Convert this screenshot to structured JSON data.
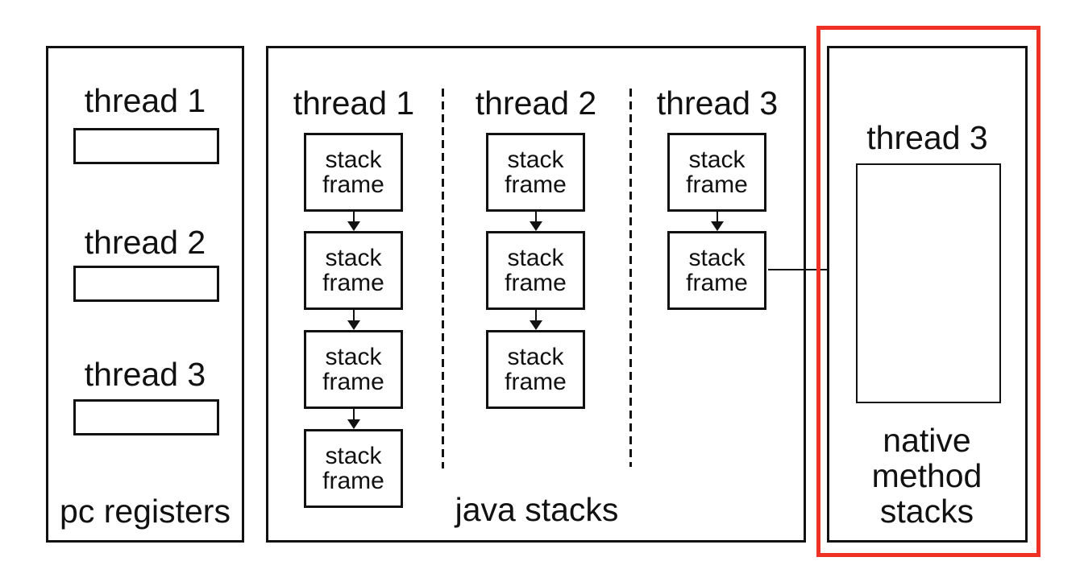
{
  "colors": {
    "line": "#111111",
    "highlight": "#ee3124",
    "background": "#ffffff"
  },
  "pc_registers": {
    "panel_label": "pc registers",
    "threads": [
      {
        "label": "thread 1"
      },
      {
        "label": "thread 2"
      },
      {
        "label": "thread 3"
      }
    ]
  },
  "java_stacks": {
    "panel_label": "java stacks",
    "columns": [
      {
        "label": "thread 1",
        "frames": [
          "stack frame",
          "stack frame",
          "stack frame",
          "stack frame"
        ]
      },
      {
        "label": "thread 2",
        "frames": [
          "stack frame",
          "stack frame",
          "stack frame"
        ]
      },
      {
        "label": "thread 3",
        "frames": [
          "stack frame",
          "stack frame"
        ]
      }
    ]
  },
  "native_method_stacks": {
    "thread_label": "thread 3",
    "panel_label": "native method stacks"
  }
}
